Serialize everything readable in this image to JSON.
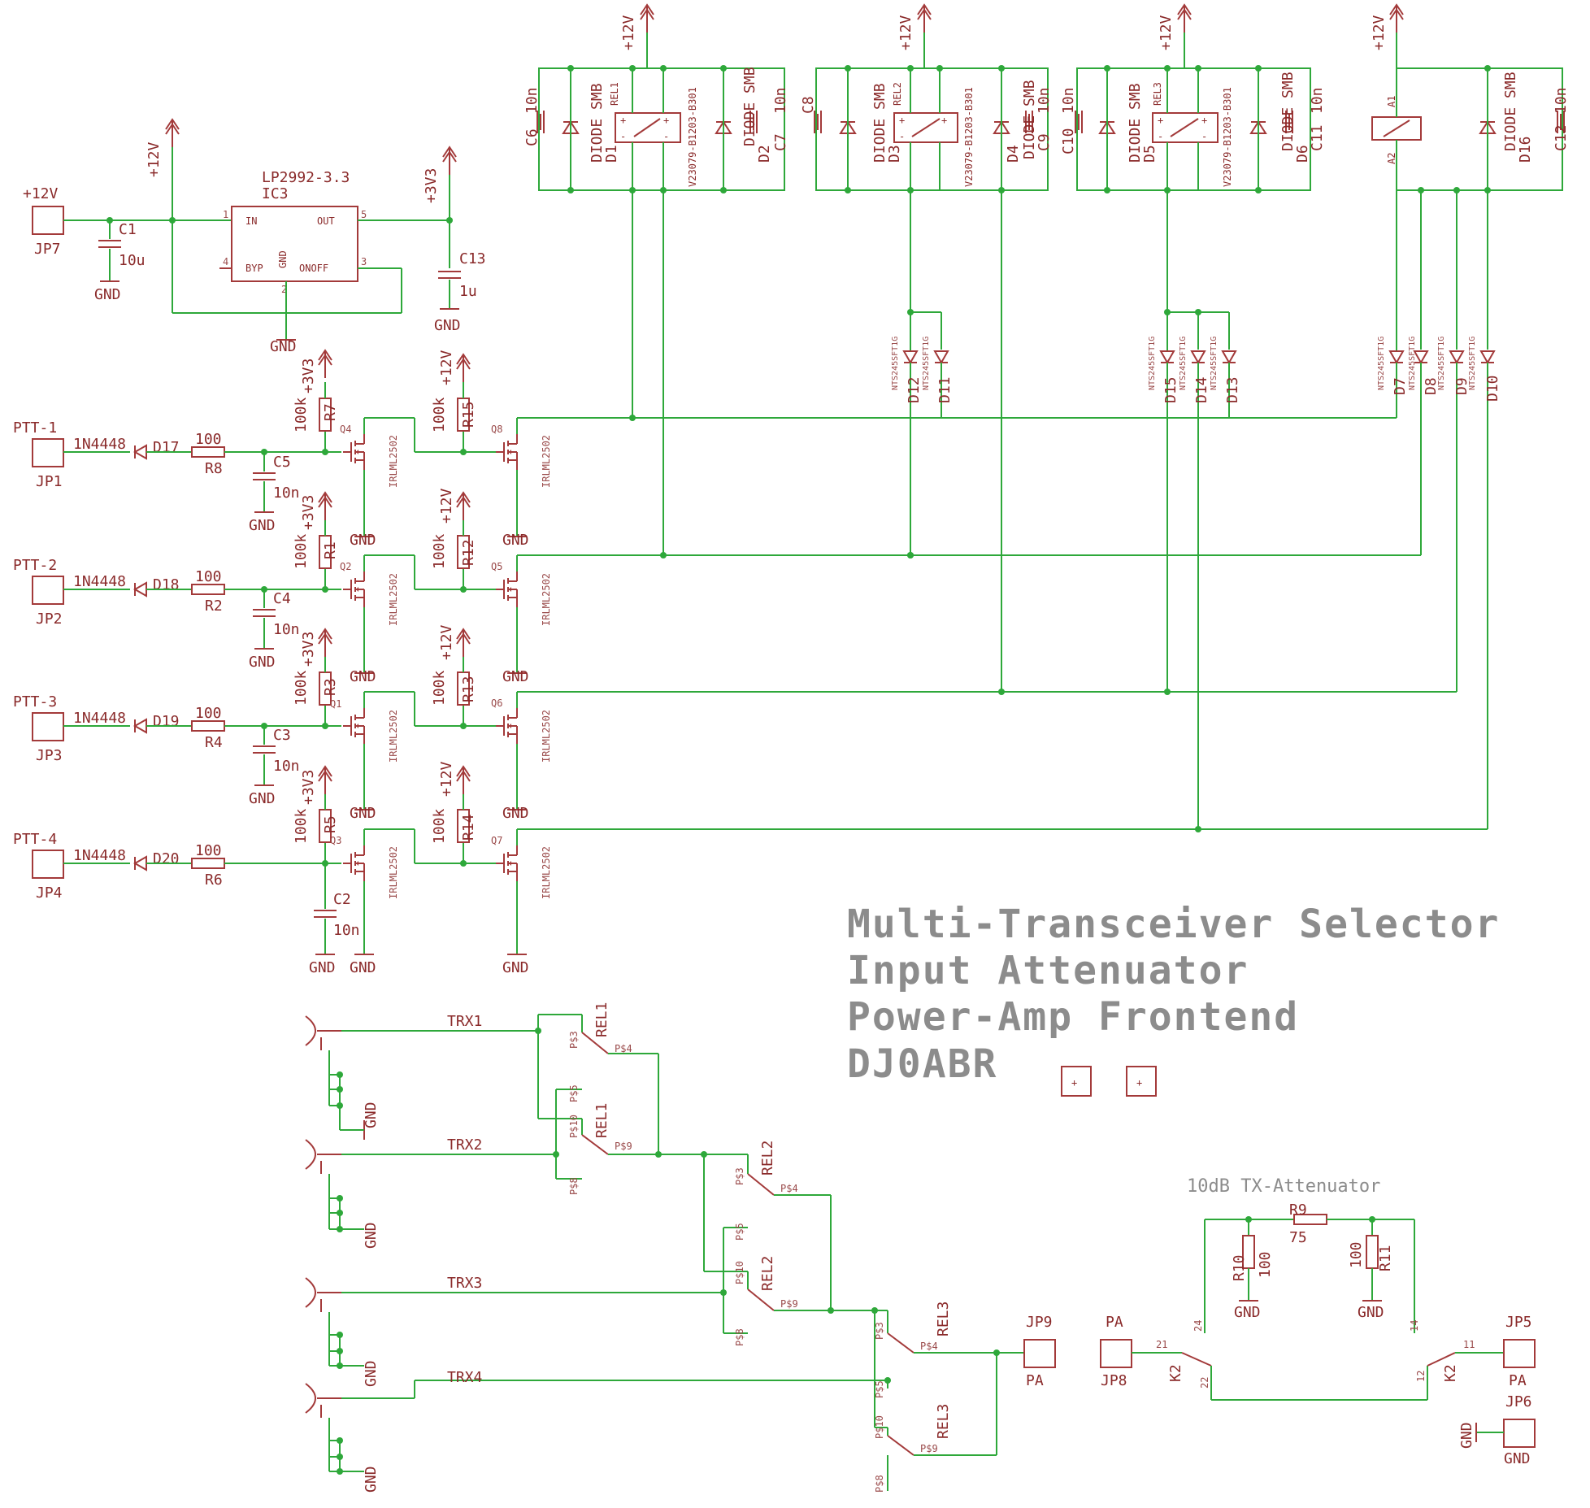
{
  "title_lines": [
    "Multi-Transceiver Selector",
    "Input Attenuator",
    "Power-Amp Frontend",
    "DJ0ABR"
  ],
  "attenuator_title": "10dB TX-Attenuator",
  "regulator": {
    "name": "LP2992-3.3",
    "ref": "IC3",
    "pin_in": "IN",
    "pin_out": "OUT",
    "pin_byp": "BYP",
    "pin_gnd": "GND",
    "pin_onoff": "ONOFF",
    "n1": "1",
    "n2": "2",
    "n3": "3",
    "n4": "4",
    "n5": "5"
  },
  "supply": {
    "v12": "+12V",
    "v33": "+3V3",
    "gnd": "GND"
  },
  "caps_supply": [
    {
      "ref": "C1",
      "value": "10u"
    },
    {
      "ref": "C13",
      "value": "1u"
    }
  ],
  "connectors": {
    "jp7": {
      "ref": "JP7",
      "label": "+12V"
    },
    "ptt": [
      {
        "label": "PTT-1",
        "ref": "JP1",
        "diode": "D17",
        "dtype": "1N4448",
        "res": "R8",
        "rval": "100",
        "cap": "C5",
        "cval": "10n",
        "pu": "R7",
        "puv": "100k",
        "q1": "Q4",
        "pu2": "R15",
        "pu2v": "100k",
        "q2": "Q8"
      },
      {
        "label": "PTT-2",
        "ref": "JP2",
        "diode": "D18",
        "dtype": "1N4448",
        "res": "R2",
        "rval": "100",
        "cap": "C4",
        "cval": "10n",
        "pu": "R1",
        "puv": "100k",
        "q1": "Q2",
        "pu2": "R12",
        "pu2v": "100k",
        "q2": "Q5"
      },
      {
        "label": "PTT-3",
        "ref": "JP3",
        "diode": "D19",
        "dtype": "1N4448",
        "res": "R4",
        "rval": "100",
        "cap": "C3",
        "cval": "10n",
        "pu": "R3",
        "puv": "100k",
        "q1": "Q1",
        "pu2": "R13",
        "pu2v": "100k",
        "q2": "Q6"
      },
      {
        "label": "PTT-4",
        "ref": "JP4",
        "diode": "D20",
        "dtype": "1N4448",
        "res": "R6",
        "rval": "100",
        "cap": "C2",
        "cval": "10n",
        "pu": "R5",
        "puv": "100k",
        "q1": "Q3",
        "pu2": "R14",
        "pu2v": "100k",
        "q2": "Q7"
      }
    ],
    "mosfet": "IRLML2502"
  },
  "relays": [
    {
      "ref": "REL1",
      "part": "V23079-B1203-B301",
      "c1": "C6",
      "c2": "C7",
      "cval": "10n",
      "d1": "D1",
      "d2": "D2",
      "dtype": "DIODE SMB"
    },
    {
      "ref": "REL2",
      "part": "V23079-B1203-B301",
      "c1": "C8",
      "c2": "C9",
      "cval": "10n",
      "d1": "D3",
      "d2": "D4",
      "dtype": "DIODE SMB"
    },
    {
      "ref": "REL3",
      "part": "V23079-B1203-B301",
      "c1": "C10",
      "c2": "C11",
      "cval": "10n",
      "d1": "D5",
      "d2": "D6",
      "dtype": "DIODE SMB"
    },
    {
      "ref": "K2",
      "part": "A1",
      "c1": "",
      "c2": "C12",
      "cval": "10n",
      "d1": "",
      "d2": "D16",
      "dtype": "DIODE SMB",
      "a2": "A2"
    }
  ],
  "ord_diodes": {
    "type": "NTS245SFT1G",
    "items": [
      "D12",
      "D11",
      "D15",
      "D14",
      "D13",
      "D7",
      "D8",
      "D9",
      "D10"
    ]
  },
  "rf": {
    "trx": [
      "TRX1",
      "TRX2",
      "TRX3",
      "TRX4"
    ],
    "gnd": "GND",
    "rel_labels": [
      "REL1",
      "REL1",
      "REL2",
      "REL2",
      "REL3",
      "REL3"
    ],
    "pins": {
      "p3": "P$3",
      "p4": "P$4",
      "p5": "P$5",
      "p8": "P$8",
      "p9": "P$9",
      "p10": "P$10"
    },
    "jp9": {
      "ref": "JP9",
      "label": "PA"
    },
    "jp8": {
      "ref": "JP8",
      "label": "PA"
    },
    "jp5": {
      "ref": "JP5",
      "label": "PA"
    },
    "jp6": {
      "ref": "JP6",
      "label": "GND"
    },
    "k2": "K2",
    "k2pins": [
      "21",
      "22",
      "24",
      "14",
      "12",
      "11"
    ],
    "att": [
      {
        "ref": "R9",
        "value": "75"
      },
      {
        "ref": "R10",
        "value": "100"
      },
      {
        "ref": "R11",
        "value": "100"
      }
    ]
  }
}
